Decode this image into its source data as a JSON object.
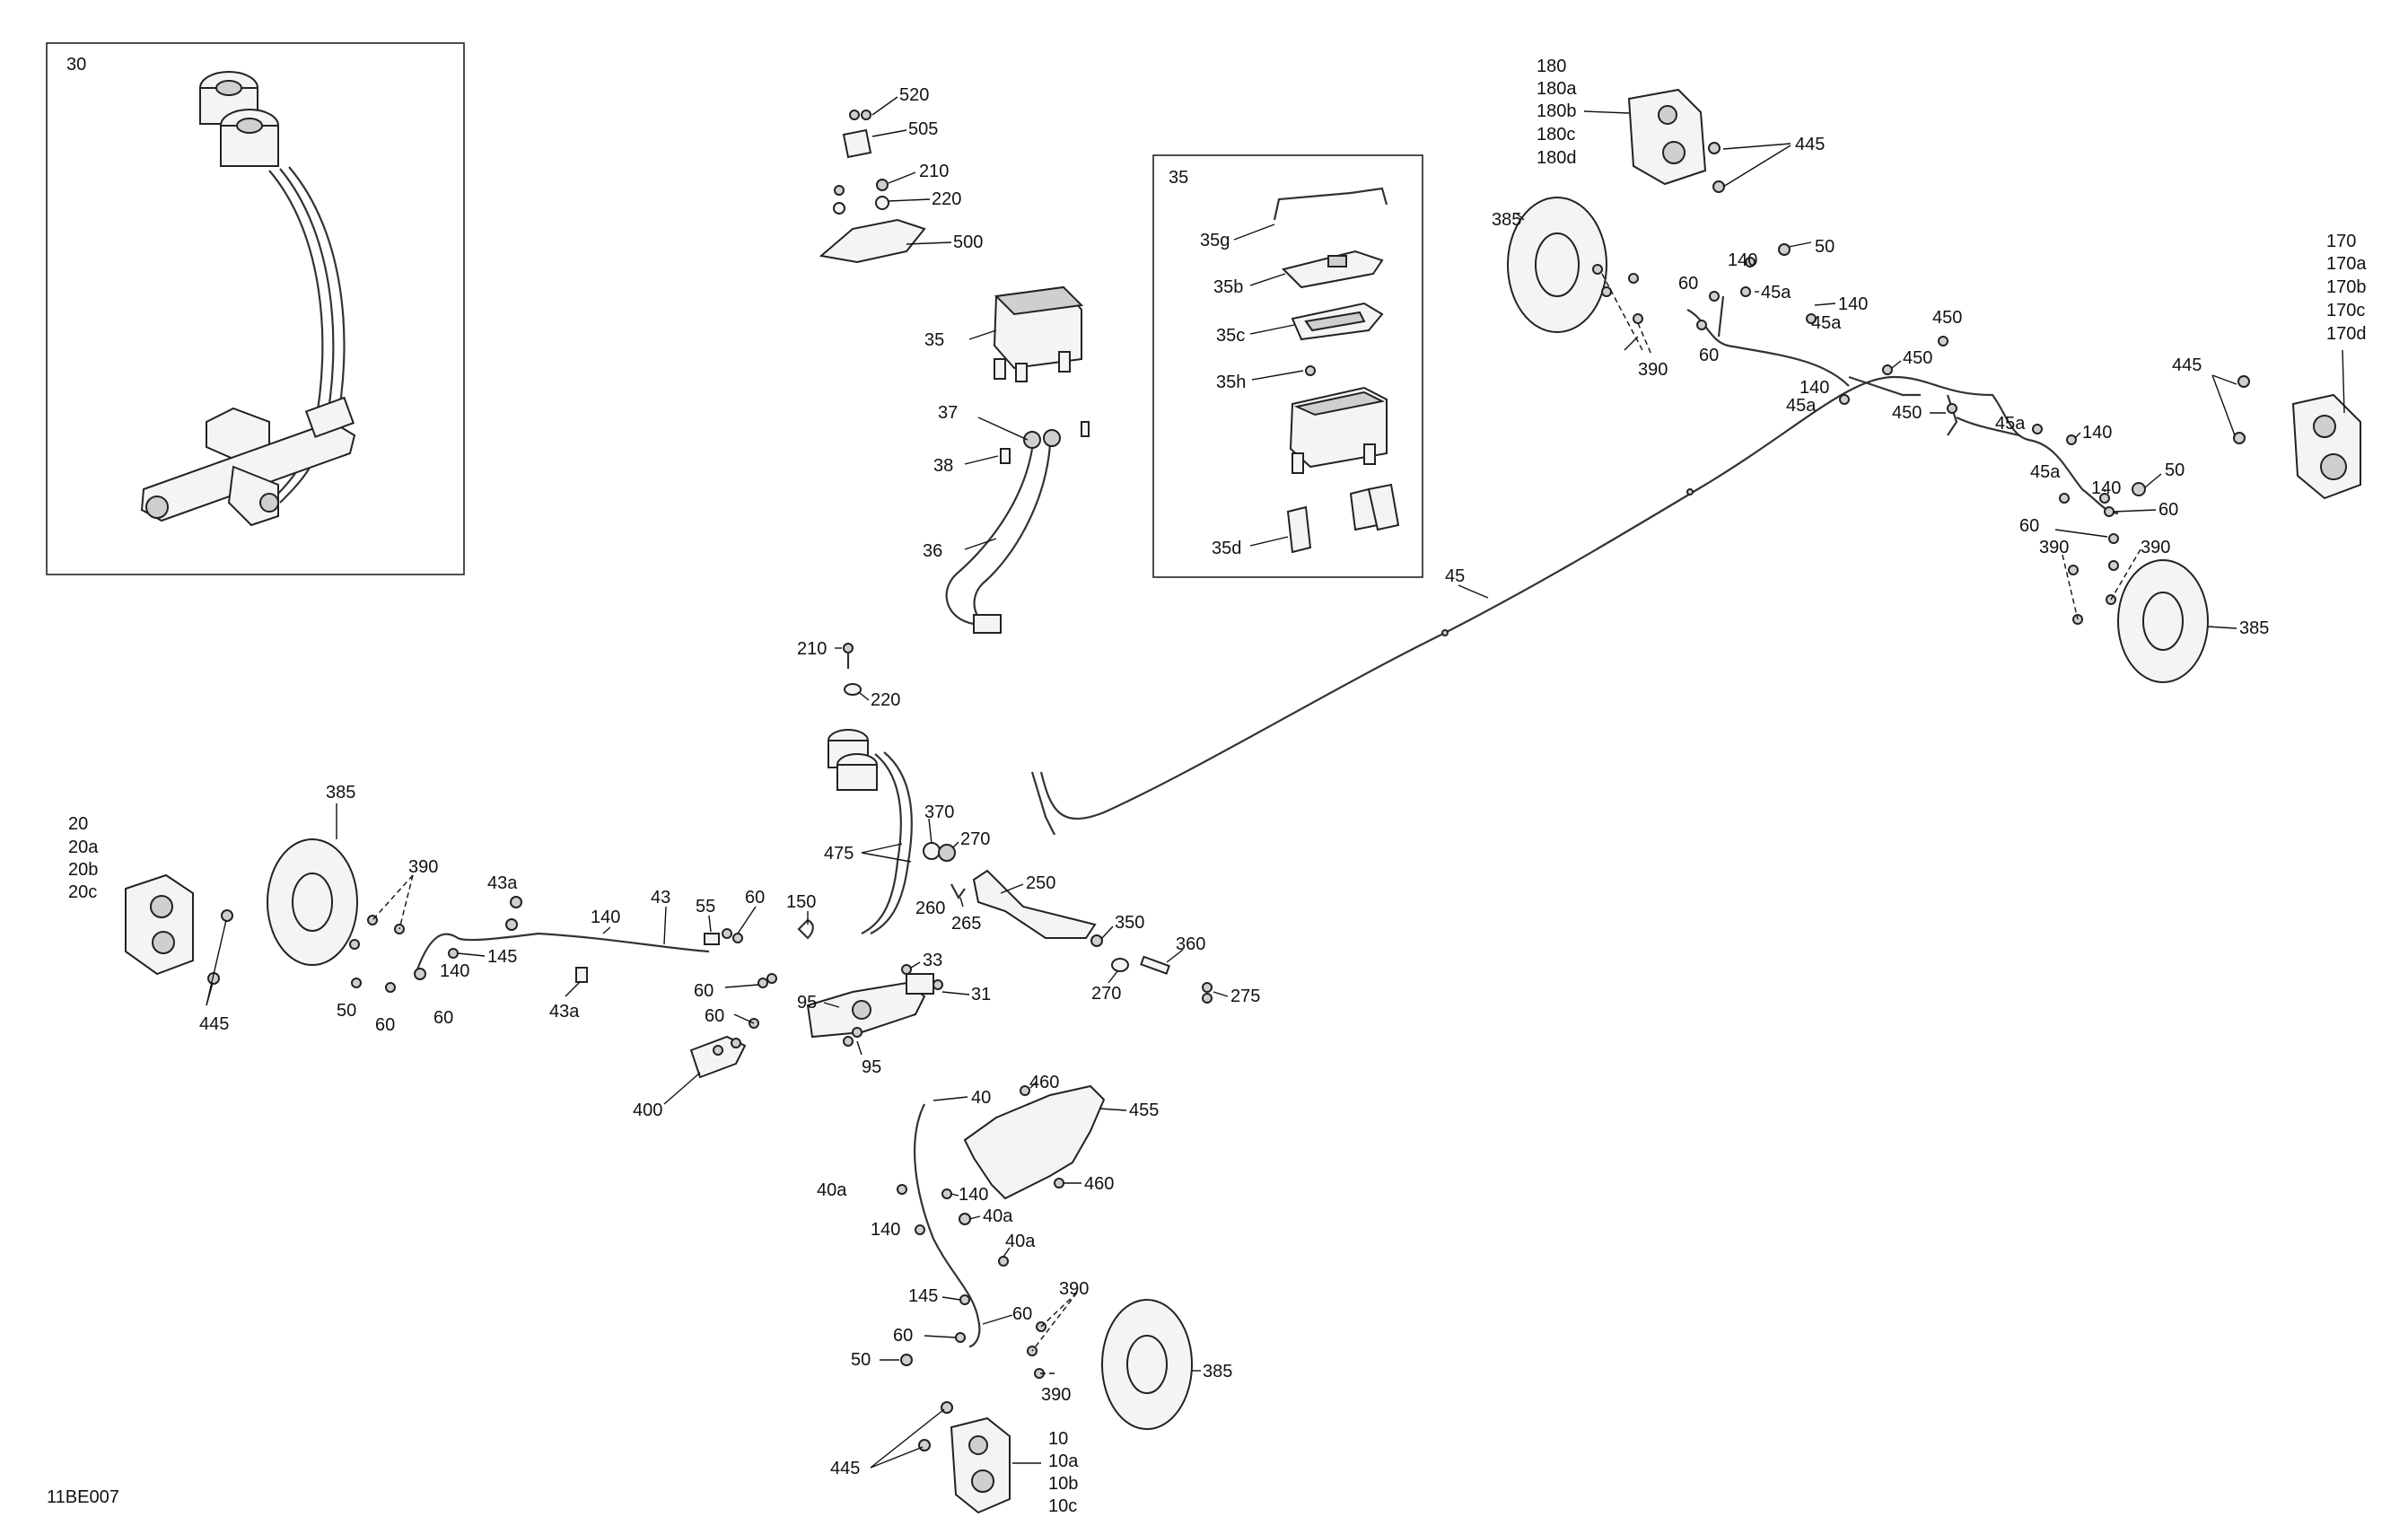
{
  "drawing_code": "11BE007",
  "inset_30": {
    "label": "30"
  },
  "inset_35": {
    "title": "35",
    "parts": [
      "35g",
      "35b",
      "35c",
      "35h",
      "35d"
    ]
  },
  "callouts": {
    "c520": "520",
    "c505": "505",
    "c210a": "210",
    "c220a": "220",
    "c500": "500",
    "c35main": "35",
    "c37": "37",
    "c38": "38",
    "c36": "36",
    "c180": "180",
    "c180a": "180a",
    "c180b": "180b",
    "c180c": "180c",
    "c180d": "180d",
    "c445rt": "445",
    "c385rt": "385",
    "c140a": "140",
    "c50a": "50",
    "c60a": "60",
    "c45a1": "45a",
    "c140b": "140",
    "c45a2": "45a",
    "c390a": "390",
    "c60b": "60",
    "c450a": "450",
    "c450b": "450",
    "c140c": "140",
    "c45a3": "45a",
    "c450c": "450",
    "c170": "170",
    "c170a": "170a",
    "c170b": "170b",
    "c170c": "170c",
    "c170d": "170d",
    "c445rr": "445",
    "c45a4": "45a",
    "c140d": "140",
    "c45a5": "45a",
    "c140e": "140",
    "c50b": "50",
    "c60c": "60",
    "c60d": "60",
    "c390b": "390",
    "c390c": "390",
    "c385rr": "385",
    "c45": "45",
    "c210b": "210",
    "c220b": "220",
    "c20": "20",
    "c20a": "20a",
    "c20b": "20b",
    "c20c": "20c",
    "c385lf": "385",
    "c390lf": "390",
    "c445lf": "445",
    "c43a1": "43a",
    "c43": "43",
    "c55": "55",
    "c60e": "60",
    "c140f": "140",
    "c145a": "145",
    "c140g": "140",
    "c50c": "50",
    "c60f": "60",
    "c60g": "60",
    "c43a2": "43a",
    "c475": "475",
    "c370": "370",
    "c270a": "270",
    "c260": "260",
    "c265": "265",
    "c250": "250",
    "c150": "150",
    "c60h": "60",
    "c33": "33",
    "c31": "31",
    "c95a": "95",
    "c60i": "60",
    "c95b": "95",
    "c400": "400",
    "c350": "350",
    "c360": "360",
    "c270b": "270",
    "c275": "275",
    "c460a": "460",
    "c40": "40",
    "c455": "455",
    "c460b": "460",
    "c40a1": "40a",
    "c140h": "140",
    "c40a2": "40a",
    "c140i": "140",
    "c40a3": "40a",
    "c145b": "145",
    "c60j": "60",
    "c60k": "60",
    "c50d": "50",
    "c390d": "390",
    "c390e": "390",
    "c385rf": "385",
    "c445rf": "445",
    "c10": "10",
    "c10a": "10a",
    "c10b": "10b",
    "c10c": "10c"
  }
}
